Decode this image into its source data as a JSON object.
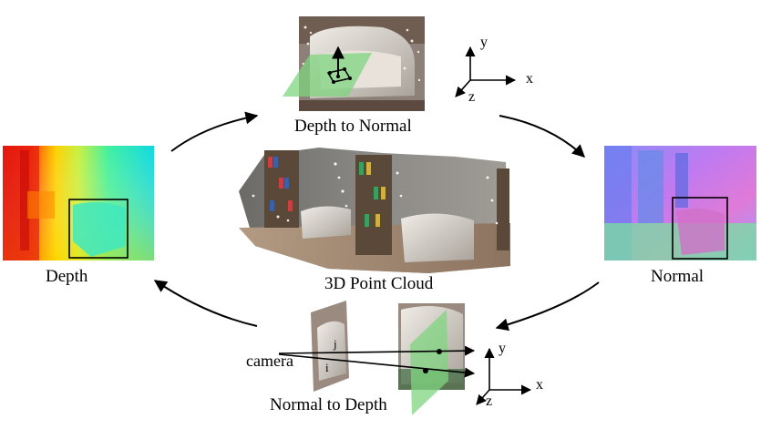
{
  "labels": {
    "depth_to_normal": "Depth to Normal",
    "point_cloud": "3D Point Cloud",
    "depth": "Depth",
    "normal": "Normal",
    "normal_to_depth": "Normal to Depth",
    "camera": "camera"
  },
  "axes_top": {
    "x": "x",
    "y": "y",
    "z": "z"
  },
  "axes_bottom": {
    "x": "x",
    "y": "y",
    "z": "z"
  },
  "pixel_labels": {
    "i": "i",
    "j": "j"
  },
  "colors": {
    "plane_green": "#7fd47f",
    "arrow": "#000000",
    "box": "#000000"
  }
}
